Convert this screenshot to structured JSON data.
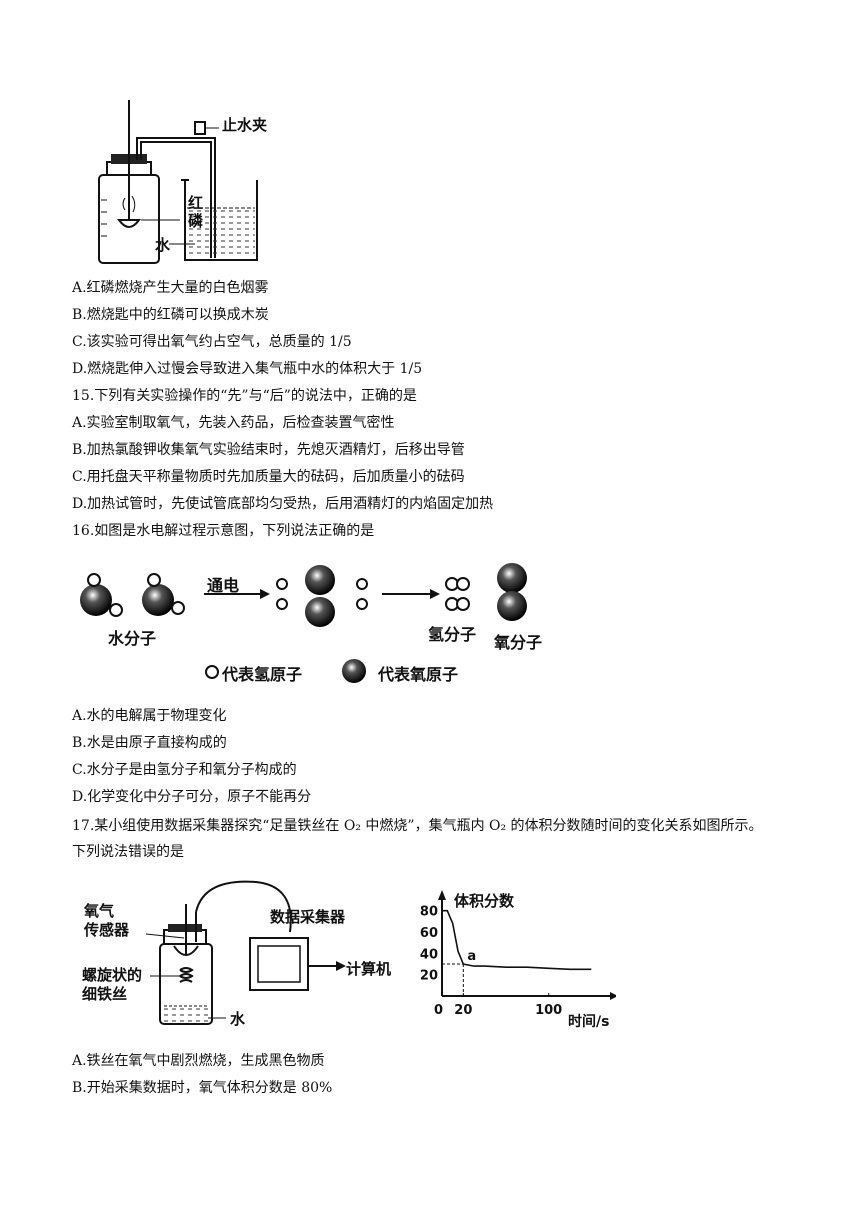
{
  "fig14": {
    "label_clamp": "止水夹",
    "label_phosphorus": "红\n磷",
    "label_water": "水"
  },
  "q14": {
    "optA": "A.红磷燃烧产生大量的白色烟雾",
    "optB": "B.燃烧匙中的红磷可以换成木炭",
    "optC": "C.该实验可得出氧气约占空气，总质量的 1/5",
    "optD": "D.燃烧匙伸入过慢会导致进入集气瓶中水的体积大于 1/5"
  },
  "q15": {
    "stem": "15.下列有关实验操作的“先”与“后”的说法中，正确的是",
    "optA": "A.实验室制取氧气，先装入药品，后检查装置气密性",
    "optB": "B.加热氯酸钾收集氧气实验结束时，先熄灭酒精灯，后移出导管",
    "optC": "C.用托盘天平称量物质时先加质量大的砝码，后加质量小的砝码",
    "optD": "D.加热试管时，先使试管底部均匀受热，后用酒精灯的内焰固定加热"
  },
  "q16": {
    "stem": "16.如图是水电解过程示意图，下列说法正确的是",
    "label_arrow": "通电",
    "label_water_molecule": "水分子",
    "label_h2": "氢分子",
    "label_o2": "氧分子",
    "legend_h": "代表氢原子",
    "legend_o": "代表氧原子",
    "optA": "A.水的电解属于物理变化",
    "optB": "B.水是由原子直接构成的",
    "optC": "C.水分子是由氢分子和氧分子构成的",
    "optD": "D.化学变化中分子可分，原子不能再分"
  },
  "q17": {
    "stem_line1": "17.某小组使用数据采集器探究“足量铁丝在 O₂ 中燃烧”，集气瓶内 O₂ 的体积分数随时间的变化关系如图所示。",
    "stem_line2": "下列说法错误的是",
    "label_sensor": "氧气\n传感器",
    "label_wire": "螺旋状的\n细铁丝",
    "label_water": "水",
    "label_collector": "数据采集器",
    "label_computer": "计算机",
    "optA": "A.铁丝在氧气中剧烈燃烧，生成黑色物质",
    "optB": "B.开始采集数据时，氧气体积分数是 80%"
  },
  "chart_data": {
    "type": "line",
    "ylabel": "体积分数",
    "xlabel": "时间/s",
    "x_ticks": [
      0,
      20,
      100
    ],
    "y_ticks": [
      20,
      40,
      60,
      80
    ],
    "point_label": "a",
    "point_a": {
      "x": 20,
      "y": 30
    },
    "series": [
      {
        "x": [
          0,
          5,
          10,
          15,
          20,
          25,
          30,
          40,
          60,
          80,
          100,
          120,
          140
        ],
        "y": [
          80,
          80,
          68,
          42,
          30,
          29,
          28,
          28,
          27,
          27,
          26,
          25,
          25
        ]
      }
    ],
    "xlim": [
      0,
      150
    ],
    "ylim": [
      0,
      90
    ]
  }
}
